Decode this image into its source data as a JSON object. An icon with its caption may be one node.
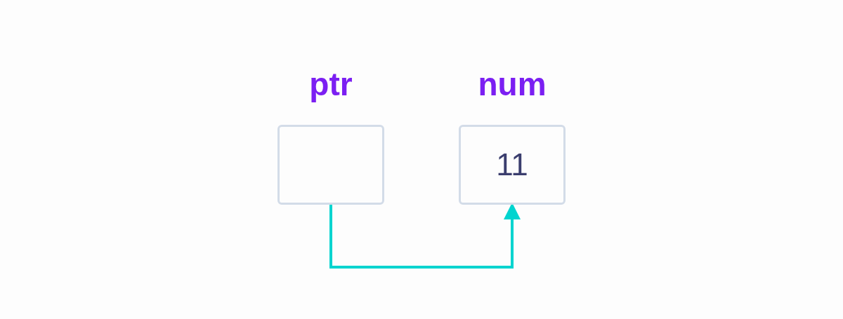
{
  "diagram": {
    "nodes": [
      {
        "text": [
          "ptr"
        ]
      },
      {
        "text": [
          "num",
          "11"
        ]
      }
    ],
    "edges": [
      {
        "from": 0,
        "to": 1,
        "arrow": "to"
      }
    ]
  }
}
